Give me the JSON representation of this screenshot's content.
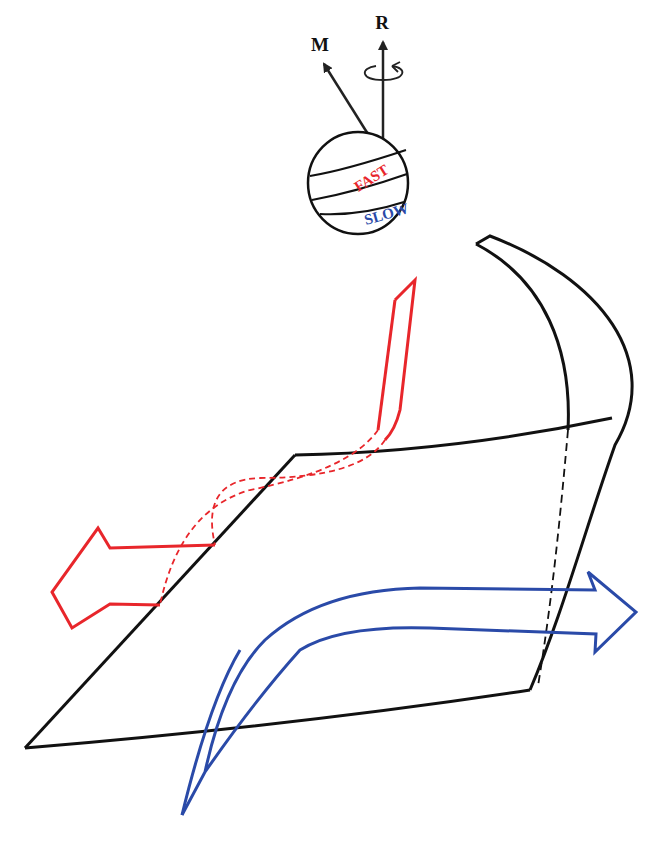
{
  "diagram": {
    "nodes": [
      {
        "text": [
          "FAST",
          "SLOW"
        ]
      }
    ],
    "labels": [
      "M",
      "R"
    ]
  }
}
